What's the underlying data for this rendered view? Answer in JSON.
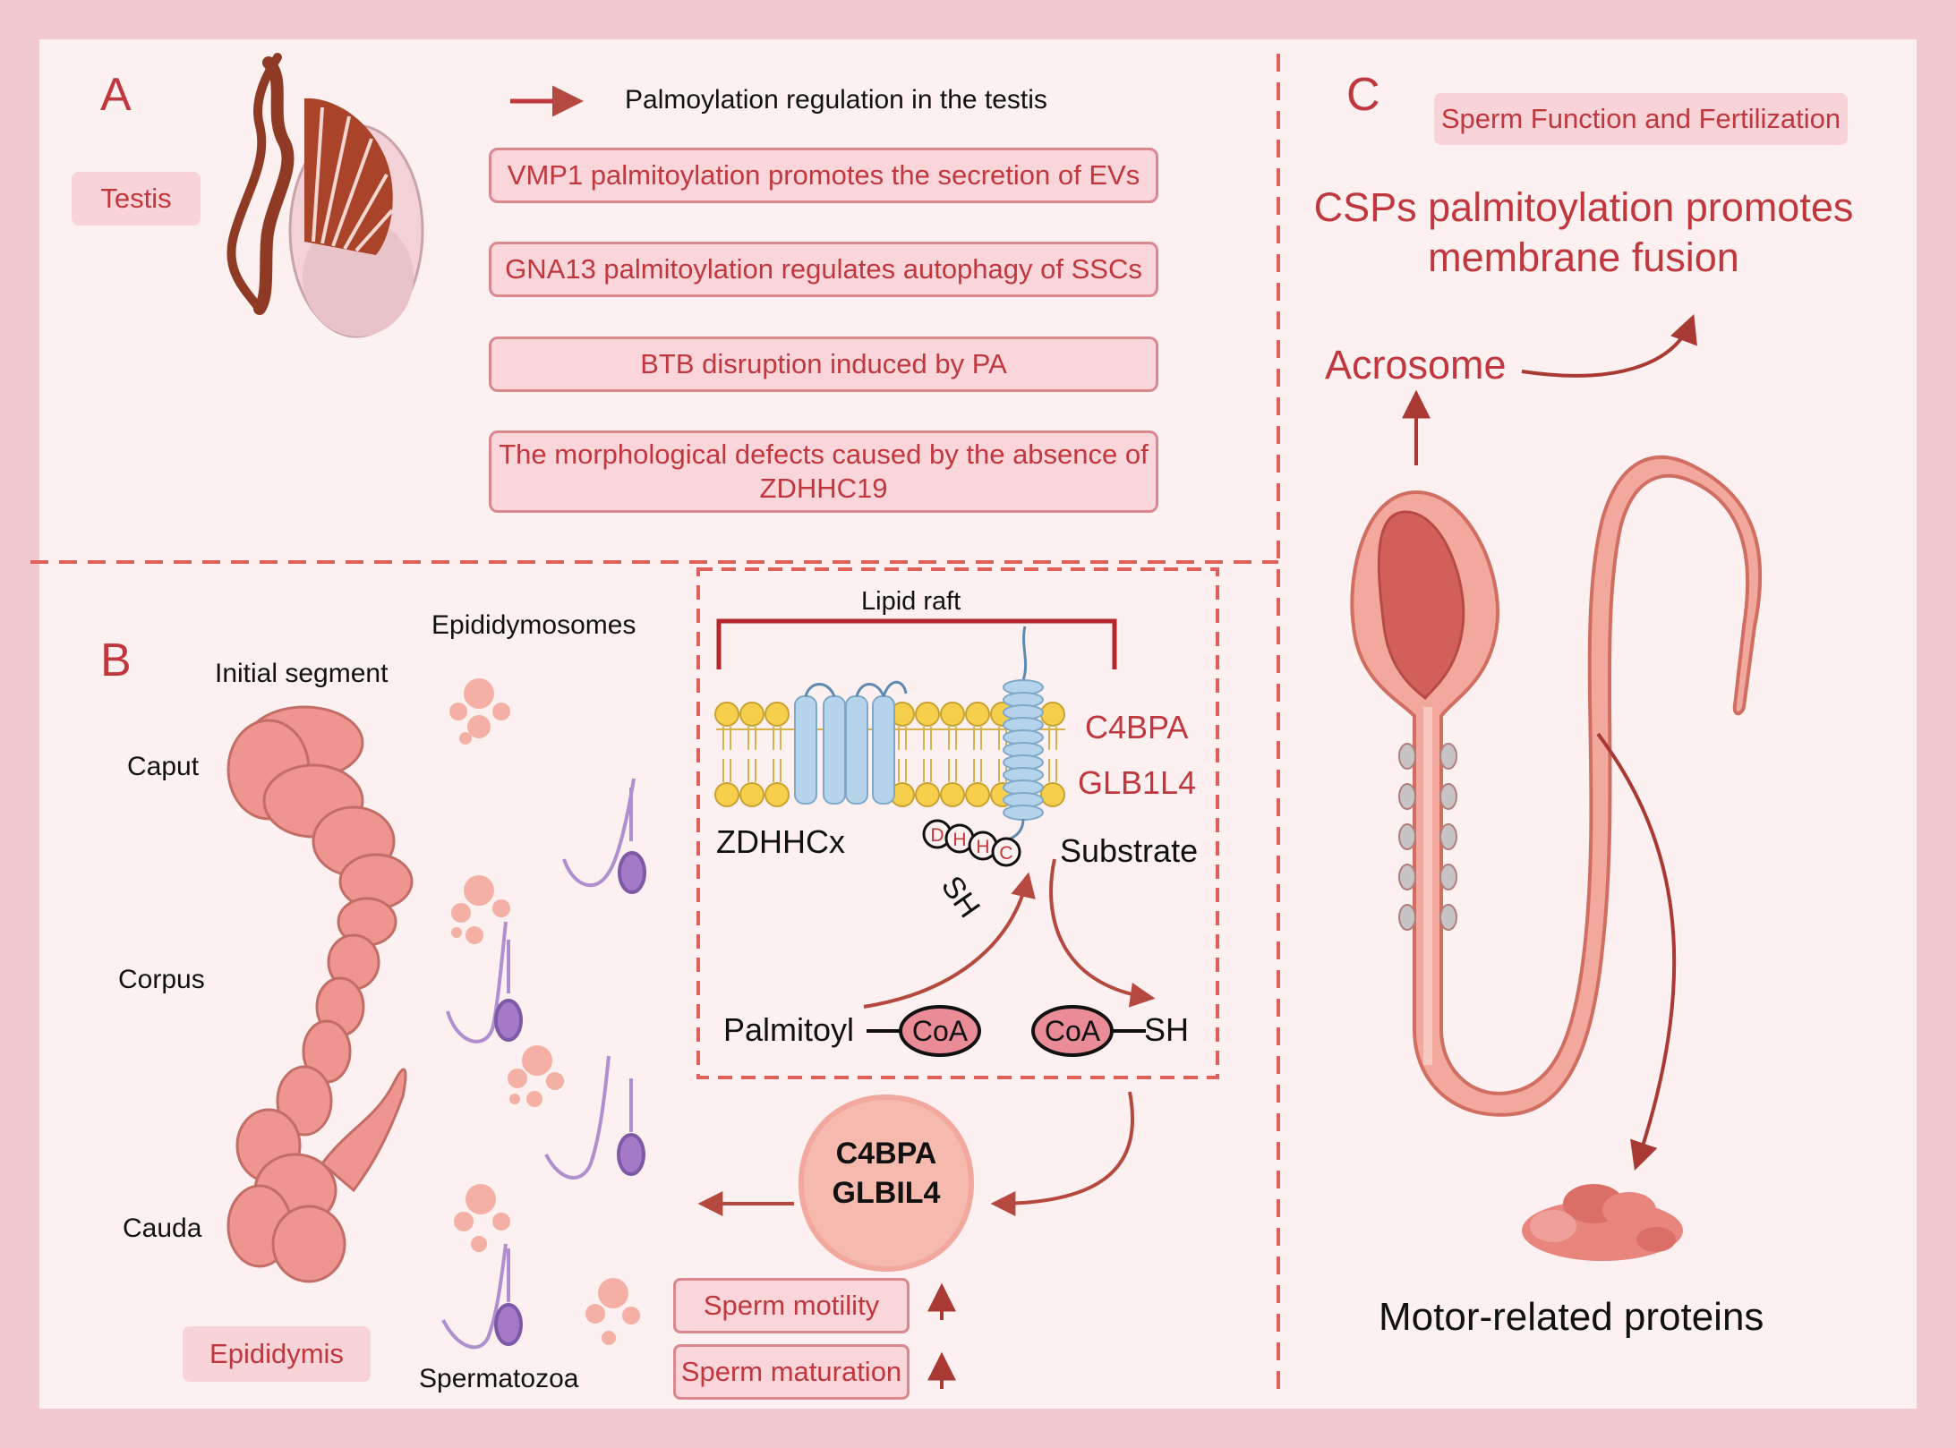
{
  "panels": {
    "a": {
      "letter": "A",
      "tissue_label": "Testis",
      "legend_text": "Palmoylation regulation in the testis",
      "boxes": [
        "VMP1 palmitoylation promotes the secretion of EVs",
        "GNA13 palmitoylation regulates autophagy of SSCs",
        "BTB disruption induced by PA",
        "The morphological defects caused by the absence of ZDHHC19"
      ]
    },
    "b": {
      "letter": "B",
      "epididymosomes": "Epididymosomes",
      "initial_segment": "Initial segment",
      "caput": "Caput",
      "corpus": "Corpus",
      "cauda": "Cauda",
      "tissue_label": "Epididymis",
      "spermatozoa": "Spermatozoa",
      "lipid_raft": "Lipid raft",
      "enzyme": "ZDHHCx",
      "substrate": "Substrate",
      "protein_1": "C4BPA",
      "protein_2": "GLB1L4",
      "motif_letters": [
        "D",
        "H",
        "H",
        "C"
      ],
      "sh": "SH",
      "palmitoyl": "Palmitoyl",
      "coa": "CoA",
      "coa_sh": "SH",
      "circle_line1": "C4BPA",
      "circle_line2": "GLBIL4",
      "outcomes": [
        "Sperm motility",
        "Sperm maturation"
      ]
    },
    "c": {
      "letter": "C",
      "header_label": "Sperm Function and Fertilization",
      "title_line1": "CSPs palmitoylation promotes",
      "title_line2": "membrane fusion",
      "acrosome": "Acrosome",
      "motor": "Motor-related proteins"
    }
  },
  "colors": {
    "accent_red": "#c0383d",
    "frame_pink": "#f3c9d0",
    "panel_bg": "#fcf0f1",
    "label_pink": "#f8d3d8",
    "epididymis_salmon": "#ee9590",
    "lipid_head_yellow": "#f6d04d",
    "transmembrane_blue": "#b5d3ea",
    "sperm_purple": "#b08fcf"
  }
}
